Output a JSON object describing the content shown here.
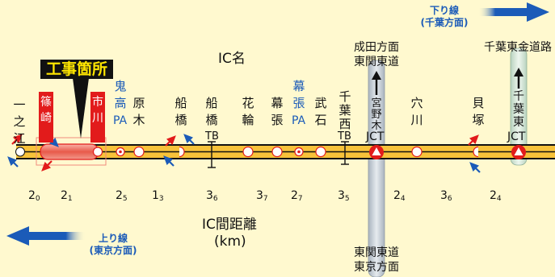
{
  "header": {
    "down_direction": "下り線",
    "down_sub": "(千葉方面)",
    "up_direction": "上り線",
    "up_sub": "(東京方面)",
    "ic_name_label": "IC名",
    "distance_label": "IC間距離",
    "distance_unit": "(km)",
    "construction_label": "工事箇所"
  },
  "interchanges": [
    {
      "id": "ichinoe",
      "name": "一之江"
    },
    {
      "id": "shinozaki",
      "name": "篠崎"
    },
    {
      "id": "ichikawa",
      "name": "市川"
    },
    {
      "id": "onitaka",
      "name": "鬼高",
      "suffix": "PA"
    },
    {
      "id": "haraki",
      "name": "原木"
    },
    {
      "id": "funabashi",
      "name": "船橋"
    },
    {
      "id": "funabashi_tb",
      "name": "船橋",
      "suffix": "TB"
    },
    {
      "id": "hanawa",
      "name": "花輪"
    },
    {
      "id": "makuhari",
      "name": "幕張"
    },
    {
      "id": "makuhari_pa",
      "name": "幕張",
      "suffix": "PA"
    },
    {
      "id": "takeishi",
      "name": "武石"
    },
    {
      "id": "chibanishi_tb",
      "name": "千葉西",
      "suffix": "TB"
    },
    {
      "id": "miyanogi",
      "name": "宮野木",
      "suffix": "JCT"
    },
    {
      "id": "anagawa",
      "name": "穴川"
    },
    {
      "id": "kaizuka",
      "name": "貝塚"
    },
    {
      "id": "chibahigashi",
      "name": "千葉東",
      "suffix": "JCT"
    }
  ],
  "junctions": {
    "miyanogi_top": [
      "成田方面",
      "東関東道"
    ],
    "miyanogi_bottom": [
      "東関東道",
      "東京方面"
    ],
    "chibahigashi_top": "千葉東金道路"
  },
  "distances": [
    {
      "whole": "2",
      "frac": "0"
    },
    {
      "whole": "2",
      "frac": "1"
    },
    {
      "whole": "2",
      "frac": "5"
    },
    {
      "whole": "1",
      "frac": "3"
    },
    {
      "whole": "3",
      "frac": "6"
    },
    {
      "whole": "3",
      "frac": "7"
    },
    {
      "whole": "2",
      "frac": "7"
    },
    {
      "whole": "3",
      "frac": "5"
    },
    {
      "whole": "2",
      "frac": "4"
    },
    {
      "whole": "3",
      "frac": "6"
    },
    {
      "whole": "2",
      "frac": "4"
    }
  ],
  "colors": {
    "background": "#FFF9CF",
    "road": "#111111",
    "road_fill": "#F7C23A",
    "arrow_blue": "#1B5BB8",
    "ramp_red": "#E21B1B",
    "construction": "#E21B1B",
    "jct_column": "#C8CFD6"
  }
}
